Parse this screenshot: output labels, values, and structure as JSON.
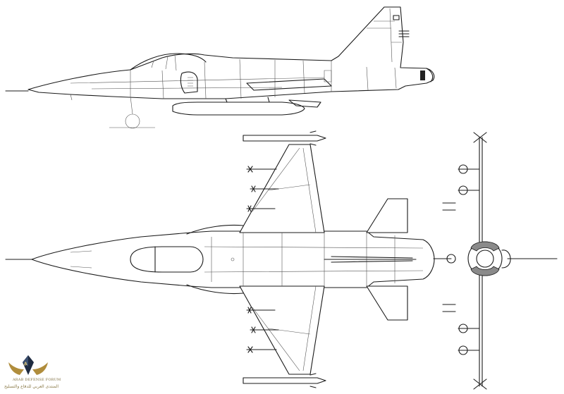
{
  "watermark": {
    "monogram": "ِA",
    "title": "ARAB DEFENSE FORUM",
    "subtitle": "المنتدى العربي للدفاع والتسليح"
  },
  "views": [
    "side-view",
    "top-view",
    "front-view"
  ]
}
